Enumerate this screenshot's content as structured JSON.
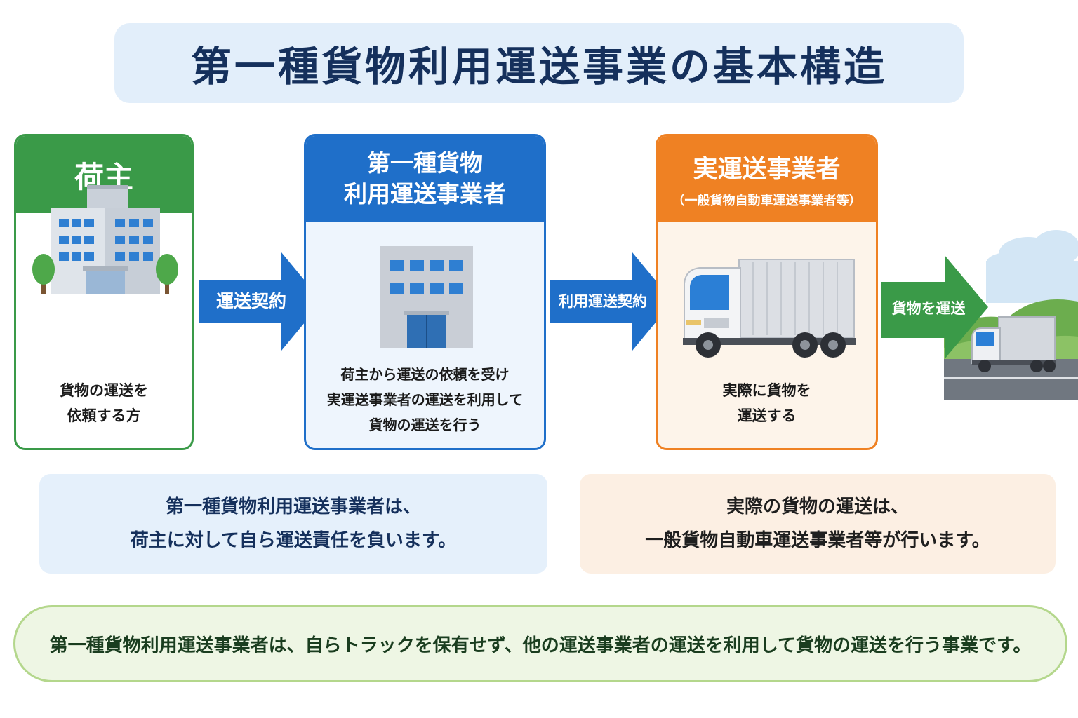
{
  "title": "第一種貨物利用運送事業の基本構造",
  "cards": {
    "shipper": {
      "heading": "荷主",
      "desc": [
        "貨物の運送を",
        "依頼する方"
      ]
    },
    "forwarder": {
      "heading": [
        "第一種貨物",
        "利用運送事業者"
      ],
      "desc": [
        "荷主から運送の依頼を受け",
        "実運送事業者の運送を利用して",
        "貨物の運送を行う"
      ]
    },
    "carrier": {
      "heading": "実運送事業者",
      "subheading": "（一般貨物自動車運送事業者等）",
      "desc": [
        "実際に貨物を",
        "運送する"
      ]
    }
  },
  "arrows": {
    "transport_contract": "運送契約",
    "forwarding_contract": "利用運送契約",
    "deliver": "貨物を運送"
  },
  "notes": {
    "left": [
      "第一種貨物利用運送事業者は、",
      "荷主に対して自ら運送責任を負います。"
    ],
    "right": [
      "実際の貨物の運送は、",
      "一般貨物自動車運送事業者等が行います。"
    ]
  },
  "summary": "第一種貨物利用運送事業者は、自らトラックを保有せず、他の運送事業者の運送を利用して貨物の運送を行う事業です。",
  "colors": {
    "green": "#3a9a48",
    "blue": "#1f6fc9",
    "orange": "#ef8123",
    "navy": "#15305c"
  }
}
